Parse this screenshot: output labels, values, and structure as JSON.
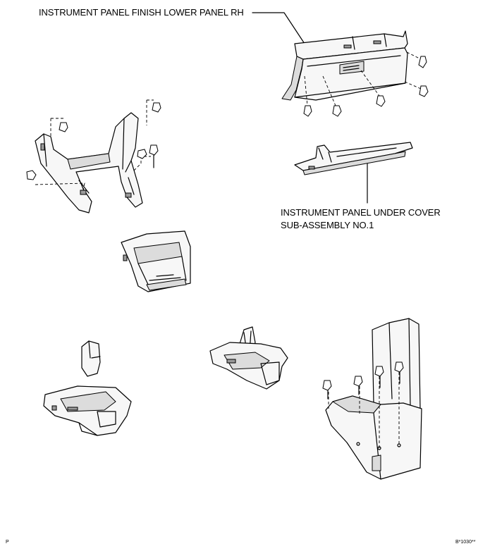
{
  "labels": {
    "lower_panel_rh": "INSTRUMENT PANEL FINISH LOWER PANEL RH",
    "under_cover_line1": "INSTRUMENT PANEL UNDER COVER",
    "under_cover_line2": "SUB-ASSEMBLY NO.1"
  },
  "footer": {
    "left_mark": "P",
    "figure_code": "B*1030**"
  }
}
